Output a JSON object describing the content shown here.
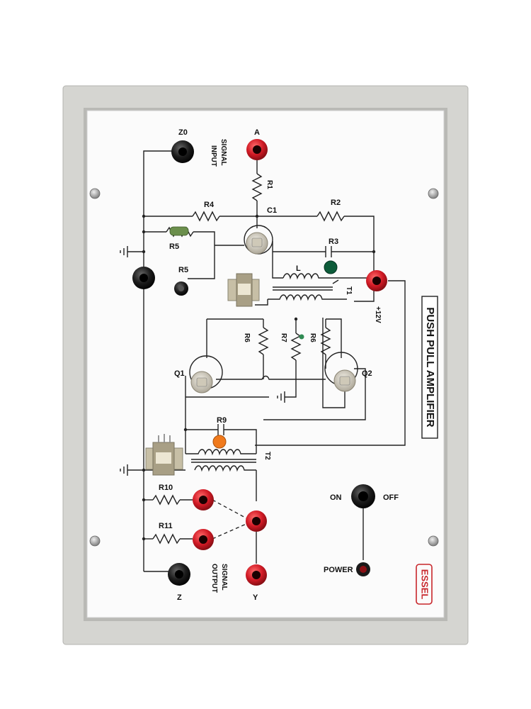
{
  "panel": {
    "title": "PUSH PULL AMPLIFIER",
    "brand": "ESSEL",
    "supply": "+12V"
  },
  "labels": {
    "z0": "Z0",
    "signal_input_1": "SIGNAL",
    "signal_input_2": "INPUT",
    "a": "A",
    "r1": "R1",
    "r2": "R2",
    "r3": "R3",
    "r4": "R4",
    "r5": "R5",
    "r5_jack": "R5",
    "r6_left": "R6",
    "r7": "R7",
    "r6_right": "R6",
    "r9": "R9",
    "r10": "R10",
    "r11": "R11",
    "c1": "C1",
    "l": "L",
    "t1": "T1",
    "t2": "T2",
    "q1": "Q1",
    "q2": "Q2",
    "on": "ON",
    "off": "OFF",
    "power": "POWER",
    "signal_output_1": "SIGNAL",
    "signal_output_2": "OUTPUT",
    "z": "Z",
    "y": "Y"
  },
  "colors": {
    "housing": "#d5d5d1",
    "faceplate": "#fbfbfb",
    "socket_red": "#d11a25",
    "socket_black": "#151515",
    "brand_red": "#c8262b",
    "led": "#0d5c3a"
  }
}
